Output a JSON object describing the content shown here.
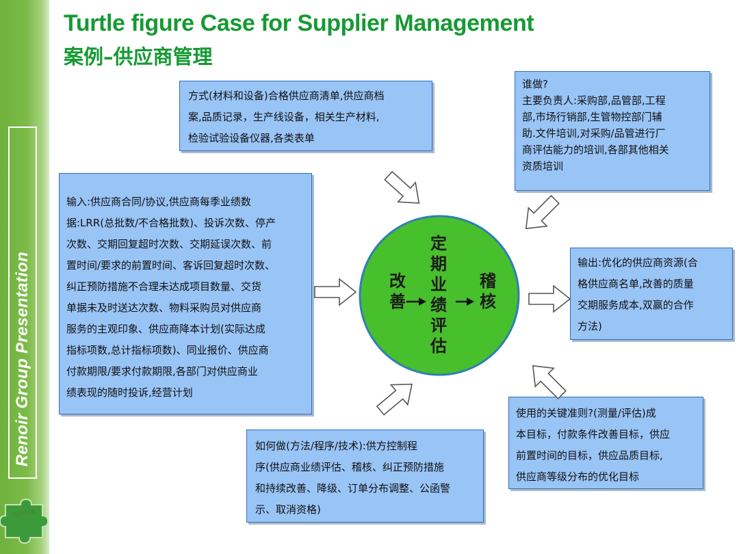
{
  "sidebar": {
    "presentation_label": "Renoir Group Presentation",
    "logo_text": "RENOIR"
  },
  "title": {
    "en": "Turtle figure Case for Supplier Management",
    "cn": "案例–供应商管理"
  },
  "boxes": {
    "method": "方式(材料和设备)合格供应商清单,供应商档\n案,品质记录，生产线设备，相关生产材料,\n检验试验设备仪器,各类表单",
    "who": "谁做?\n主要负责人:采购部,品管部,工程\n部,市场行销部,生管物控部门辅\n助.文件培训,对采购/品管进行厂\n商评估能力的培训,各部其他相关\n资质培训",
    "input": "输入:供应商合同/协议,供应商每季业绩数\n据:LRR(总批数/不合格批数)、投诉次数、停产\n次数、交期回复超时次数、交期延误次数、前\n置时间/要求的前置时间、客诉回复超时次数、\n纠正预防措施不合理未达成项目数量、交货\n单据未及时送达次数、物料采购员对供应商\n服务的主观印象、供应商降本计划(实际达成\n指标项数,总计指标项数)、同业报价、供应商\n付款期限/要求付款期限,各部门对供应商业\n绩表现的随时投诉,经营计划",
    "output": "输出:优化的供应商资源(合\n格供应商名单,改善的质量\n交期服务成本,双赢的合作\n方法)",
    "how": "如何做(方法/程序/技术):供方控制程\n序(供应商业绩评估、稽核、纠正预防措施\n和持续改善、降级、订单分布调整、公函警\n示、取消资格)",
    "criteria": "使用的关键准则?(测量/评估)成\n本目标，付款条件改善目标，供应\n前置时间的目标，供应品质目标,\n供应商等级分布的优化目标"
  },
  "circle": {
    "center_text": "定\n期\n业\n绩\n评\n估",
    "left_text": "改\n善",
    "right_text": "稽\n核"
  },
  "colors": {
    "title_green": "#159a33",
    "circle_fill": "#48bf2c",
    "box_fill": "#99c4f6",
    "box_border": "#2d6fb8",
    "sidebar_green": "#74b642"
  }
}
